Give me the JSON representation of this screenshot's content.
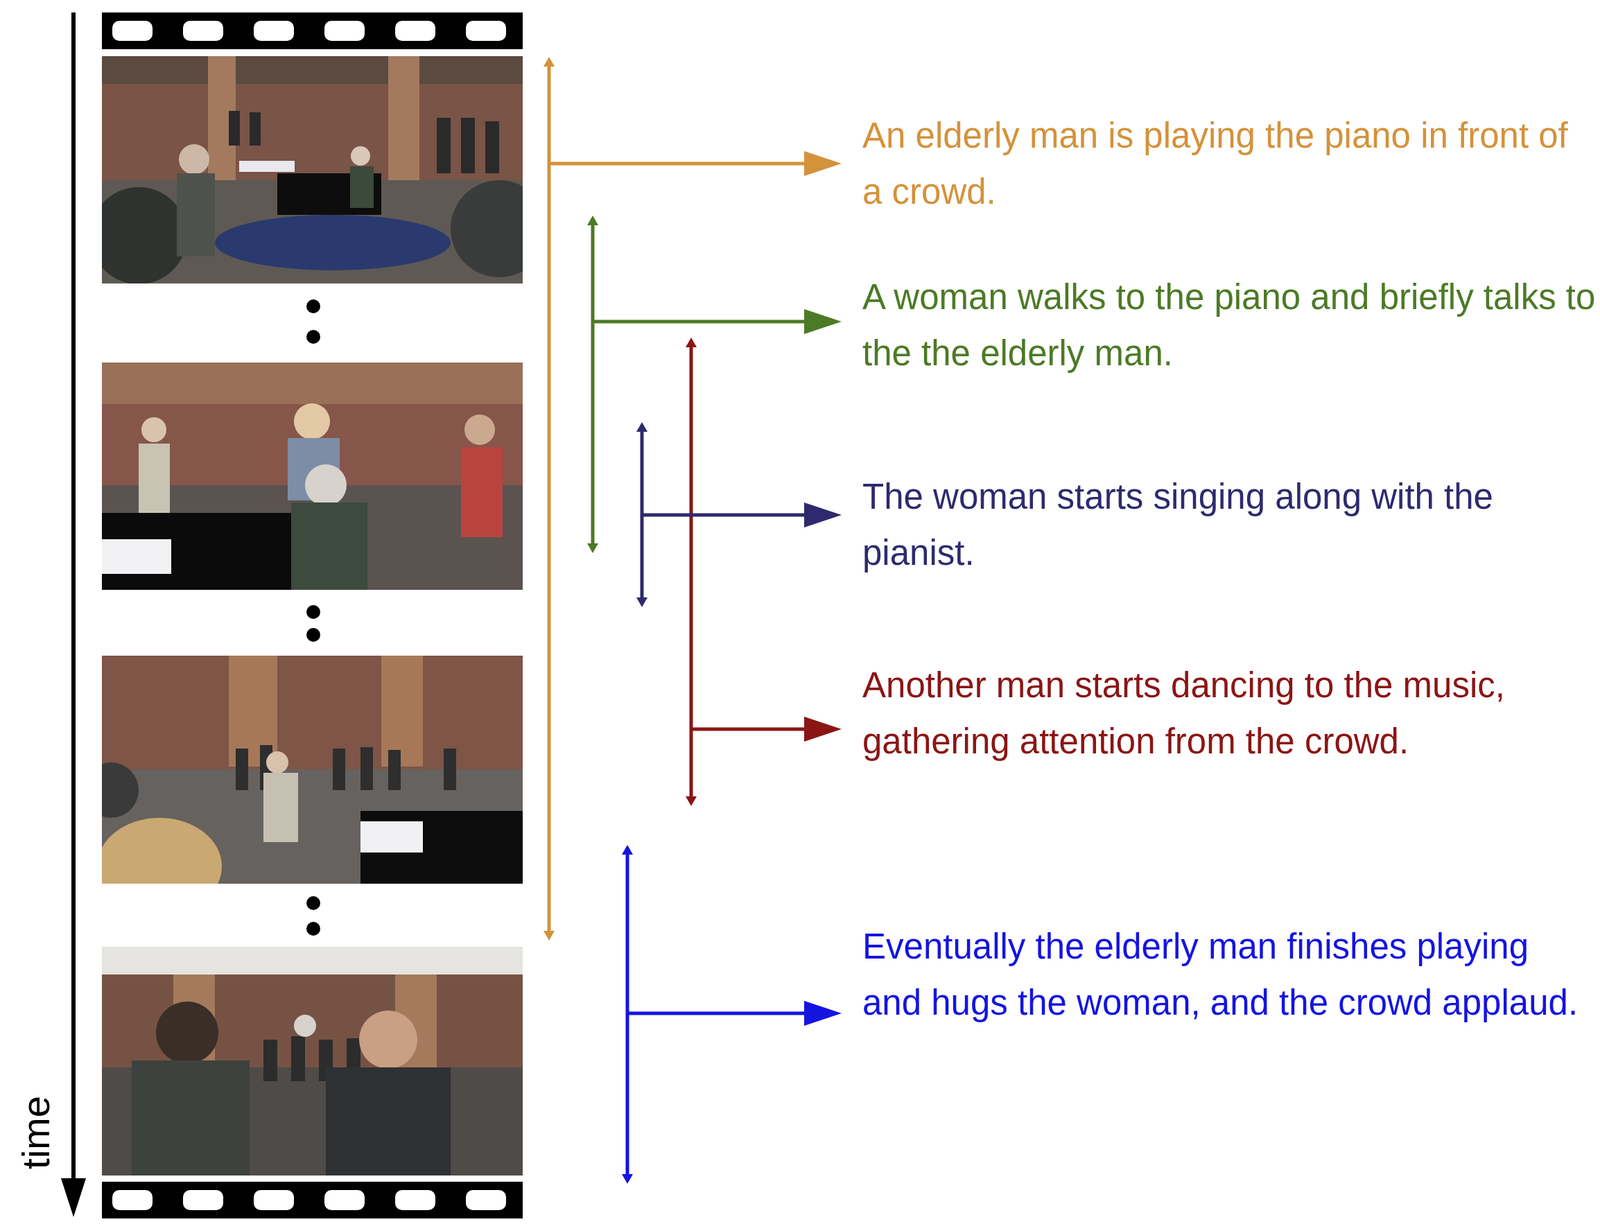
{
  "diagram": {
    "labels": [
      "An elderly man is playing the piano in front of a crowd.",
      "A woman walks to the piano and briefly talks to the the elderly man.",
      "The woman starts singing along with the pianist.",
      "Another man starts dancing to the music, gathering attention from the crowd.",
      "Eventually the elderly man finishes playing and hugs the woman, and the crowd applaud.",
      "time"
    ]
  }
}
